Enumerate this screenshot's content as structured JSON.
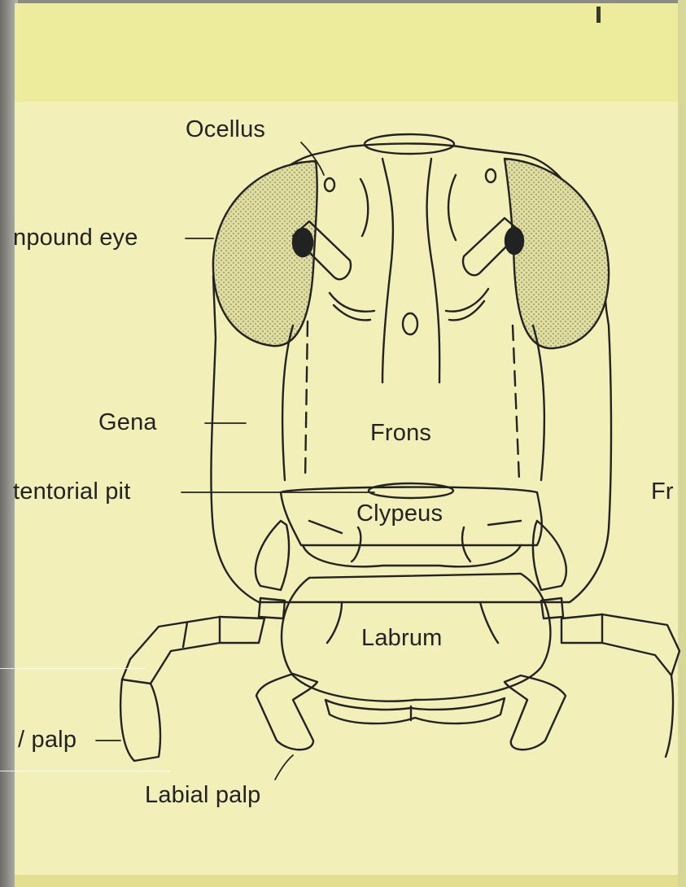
{
  "labels": {
    "ocellus": "Ocellus",
    "compound_eye": "npound eye",
    "gena": "Gena",
    "frons": "Frons",
    "tentorial_pit": "tentorial pit",
    "clypeus": "Clypeus",
    "labrum": "Labrum",
    "maxillary_palp": "/ palp",
    "labial_palp": "Labial palp",
    "frons_right_cut": "Fr"
  },
  "colors": {
    "paper": "#f2f0b8",
    "ink": "#222222",
    "eye_fill": "#d9d79a"
  }
}
